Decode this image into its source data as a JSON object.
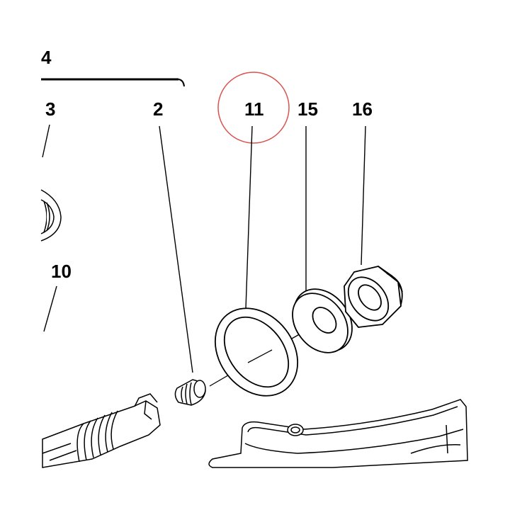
{
  "diagram": {
    "callouts": [
      {
        "id": "4",
        "text": "4"
      },
      {
        "id": "3",
        "text": "3"
      },
      {
        "id": "2",
        "text": "2"
      },
      {
        "id": "11",
        "text": "11"
      },
      {
        "id": "15",
        "text": "15"
      },
      {
        "id": "16",
        "text": "16"
      },
      {
        "id": "10",
        "text": "10"
      }
    ],
    "highlight": {
      "target": "11",
      "color": "#d9534f"
    },
    "line_color": "#000000"
  }
}
